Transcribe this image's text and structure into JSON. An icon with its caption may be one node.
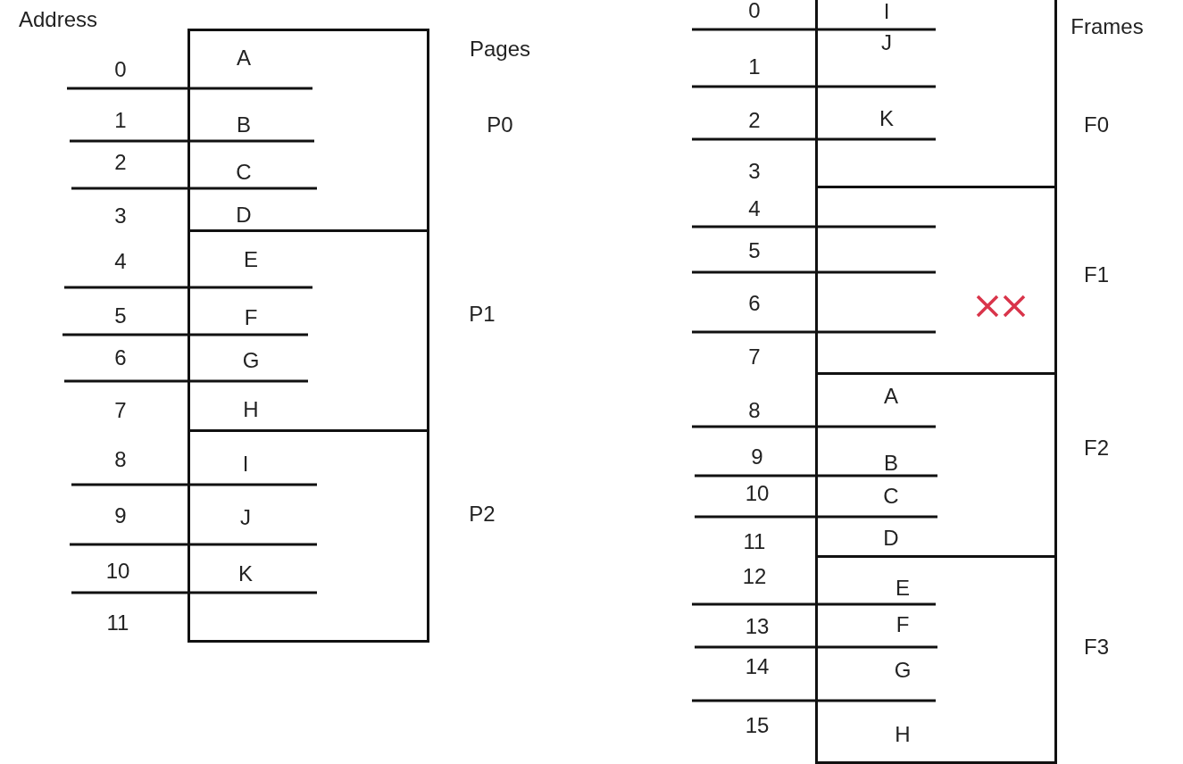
{
  "diagram": {
    "nodes": [
      {
        "text": [
          "A",
          "B",
          "C",
          "D"
        ],
        "beside": [
          "P0"
        ]
      },
      {
        "text": [
          "E",
          "F",
          "G",
          "H"
        ],
        "beside": [
          "P1"
        ]
      },
      {
        "text": [
          "I",
          "J",
          "K"
        ],
        "beside": [
          "P2"
        ]
      },
      {
        "text": [
          "I",
          "J",
          "K"
        ],
        "beside": [
          "F0"
        ]
      },
      {
        "text": [],
        "shape": "box",
        "beside": [
          "F1"
        ]
      },
      {
        "text": [
          "A",
          "B",
          "C",
          "D"
        ],
        "beside": [
          "F2"
        ]
      },
      {
        "text": [
          "E",
          "F",
          "G",
          "H"
        ],
        "beside": [
          "F3"
        ]
      }
    ],
    "edges": [],
    "labels": [
      "Address",
      "Pages",
      "Frames",
      "0",
      "1",
      "2",
      "3",
      "4",
      "5",
      "6",
      "7",
      "8",
      "9",
      "10",
      "11",
      "0",
      "1",
      "2",
      "3",
      "4",
      "5",
      "6",
      "7",
      "8",
      "9",
      "10",
      "11",
      "12",
      "13",
      "14",
      "15"
    ]
  }
}
